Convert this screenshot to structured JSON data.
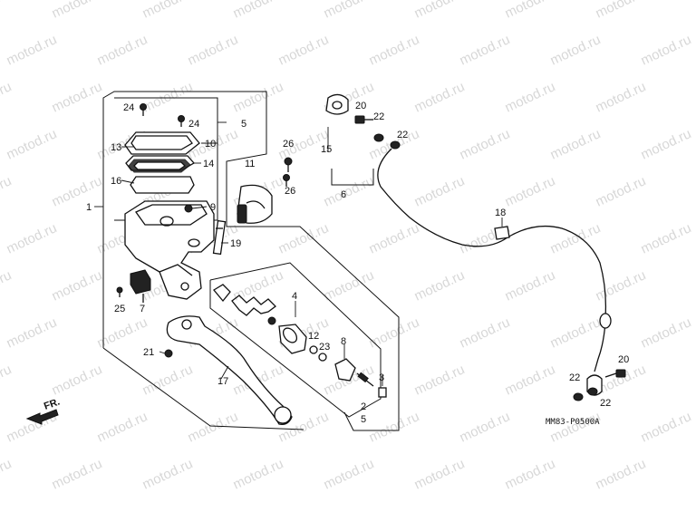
{
  "watermark": "motod.ru",
  "diagram_code": "MM83-P0500A",
  "direction_label": "FR.",
  "colors": {
    "ink": "#111111",
    "watermark": "#b8b8b8",
    "background": "#ffffff"
  },
  "callouts": {
    "c1": "1",
    "c2": "2",
    "c3": "3",
    "c4": "4",
    "c5": "5",
    "c5b": "5",
    "c6": "6",
    "c7": "7",
    "c8": "8",
    "c9": "9",
    "c10": "10",
    "c11": "11",
    "c12": "12",
    "c13": "13",
    "c14": "14",
    "c15": "15",
    "c16": "16",
    "c17": "17",
    "c18": "18",
    "c19": "19",
    "c20a": "20",
    "c20b": "20",
    "c21": "21",
    "c22a": "22",
    "c22b": "22",
    "c22c": "22",
    "c22d": "22",
    "c23": "23",
    "c24a": "24",
    "c24b": "24",
    "c25": "25",
    "c26a": "26",
    "c26b": "26"
  }
}
